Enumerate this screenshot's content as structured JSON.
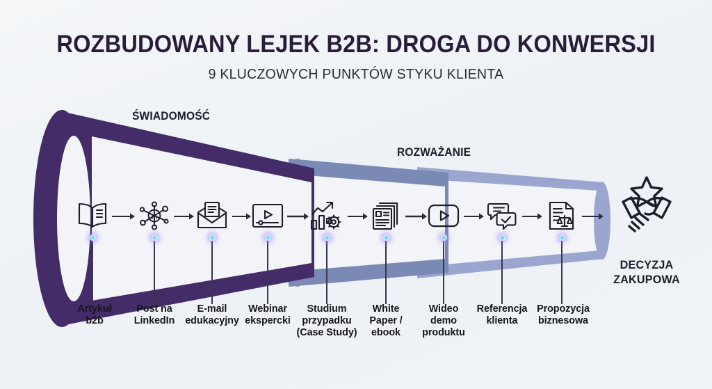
{
  "header": {
    "title": "ROZBUDOWANY LEJEK B2B: DROGA DO KONWERSJI",
    "subtitle": "9 KLUCZOWYCH PUNKTÓW STYKU KLIENTA"
  },
  "stages": [
    {
      "id": "awareness",
      "label": "ŚWIADOMOŚĆ"
    },
    {
      "id": "consideration",
      "label": "ROZWAŻANIE"
    }
  ],
  "steps": [
    {
      "index": 1,
      "icon": "open-book-icon",
      "lines": [
        "Artykuł",
        "b2b"
      ]
    },
    {
      "index": 2,
      "icon": "linkedin-network-icon",
      "lines": [
        "Post na",
        "LinkedIn"
      ]
    },
    {
      "index": 3,
      "icon": "open-envelope-icon",
      "lines": [
        "E-mail",
        "edukacyjny"
      ]
    },
    {
      "index": 4,
      "icon": "video-player-icon",
      "lines": [
        "Webinar",
        "ekspercki"
      ]
    },
    {
      "index": 5,
      "icon": "chart-gear-icon",
      "lines": [
        "Studium",
        "przypadku",
        "(Case Study)"
      ]
    },
    {
      "index": 6,
      "icon": "documents-stack-icon",
      "lines": [
        "White",
        "Paper /",
        "ebook"
      ]
    },
    {
      "index": 7,
      "icon": "play-button-icon",
      "lines": [
        "Wideo",
        "demo",
        "produktu"
      ]
    },
    {
      "index": 8,
      "icon": "chat-check-icon",
      "lines": [
        "Referencja",
        "klienta"
      ]
    },
    {
      "index": 9,
      "icon": "contract-scales-icon",
      "lines": [
        "Propozycja",
        "biznesowa"
      ]
    }
  ],
  "decision": {
    "icon": "handshake-star-icon",
    "lines": [
      "DECYZJA",
      "ZAKUPOWA"
    ]
  },
  "colors": {
    "background": "#eef2f6",
    "funnel_dark": "#432c67",
    "funnel_mid": "#7a8ab5",
    "funnel_light": "#9aa6d0",
    "title": "#281c38",
    "text": "#16161c",
    "dot": "#7fd4f0",
    "stem": "#3b3550",
    "icon_stroke": "#1d1d27"
  }
}
